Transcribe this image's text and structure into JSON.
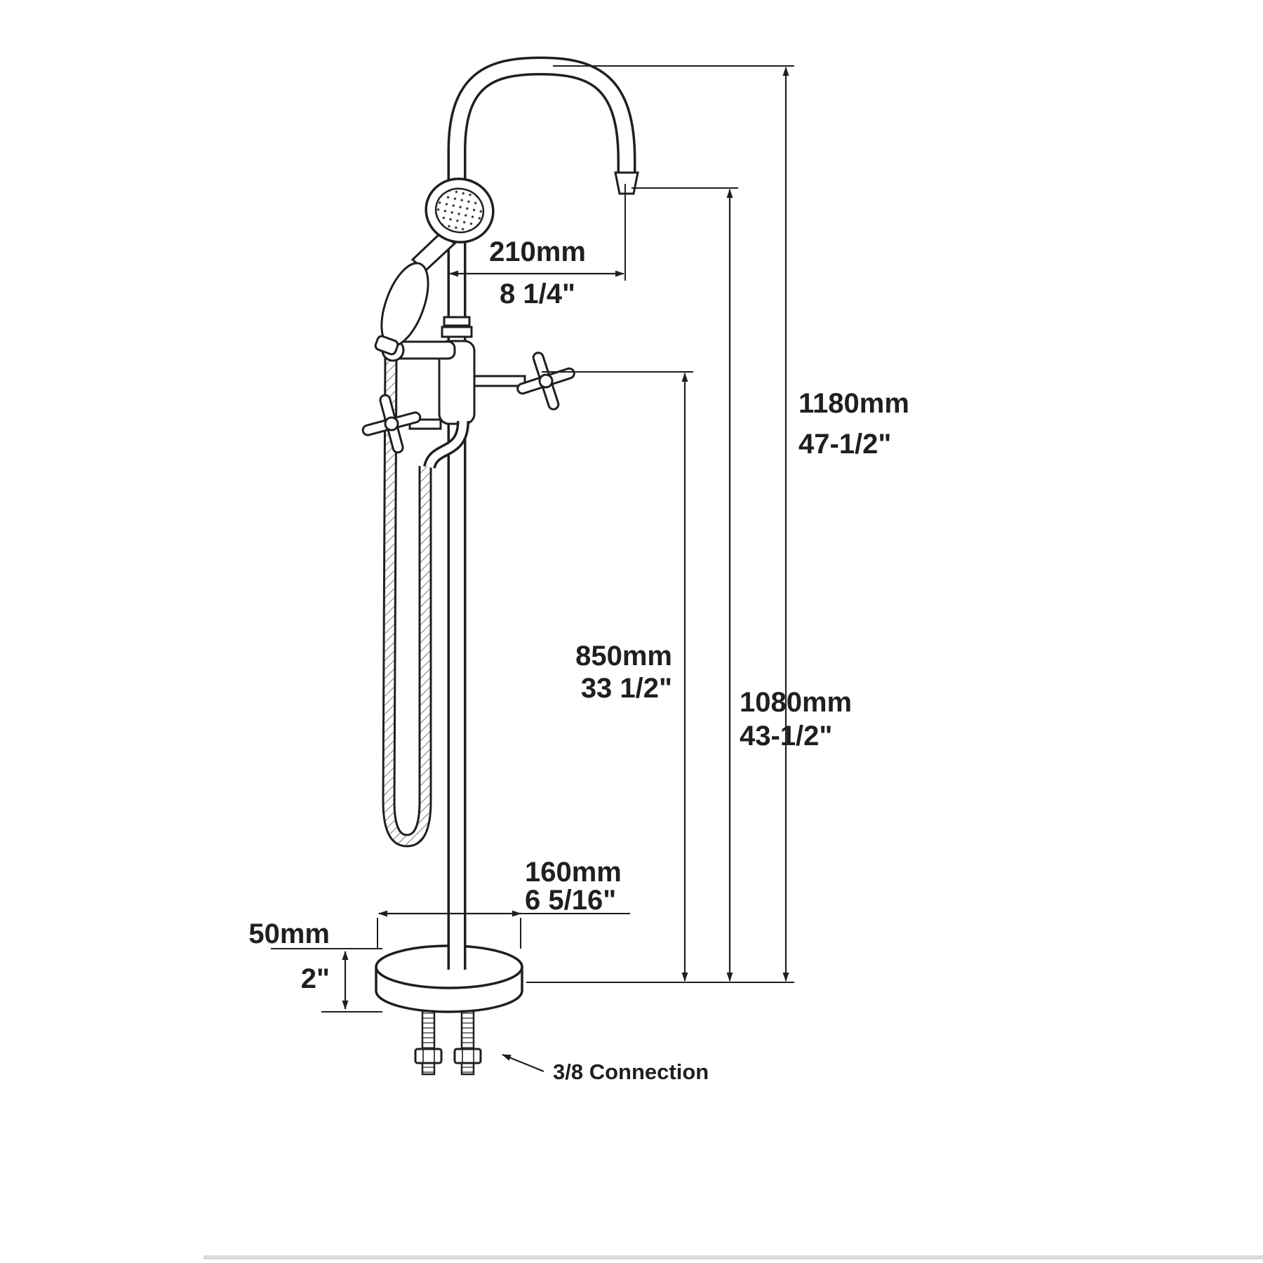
{
  "diagram": {
    "subject": "Freestanding bathtub faucet with hand shower - technical dimension drawing",
    "colors": {
      "line": "#1f1f1f",
      "background": "#ffffff"
    },
    "dimensions": {
      "spout_reach": {
        "mm": "210mm",
        "inch": "8 1/4\""
      },
      "total_height": {
        "mm": "1180mm",
        "inch": "47-1/2\""
      },
      "spout_height": {
        "mm": "1080mm",
        "inch": "43-1/2\""
      },
      "handle_height": {
        "mm": "850mm",
        "inch": "33 1/2\""
      },
      "base_diameter": {
        "mm": "160mm",
        "inch": "6 5/16\""
      },
      "base_thickness": {
        "mm": "50mm",
        "inch": "2\""
      }
    },
    "annotations": {
      "connection": "3/8 Connection"
    }
  }
}
